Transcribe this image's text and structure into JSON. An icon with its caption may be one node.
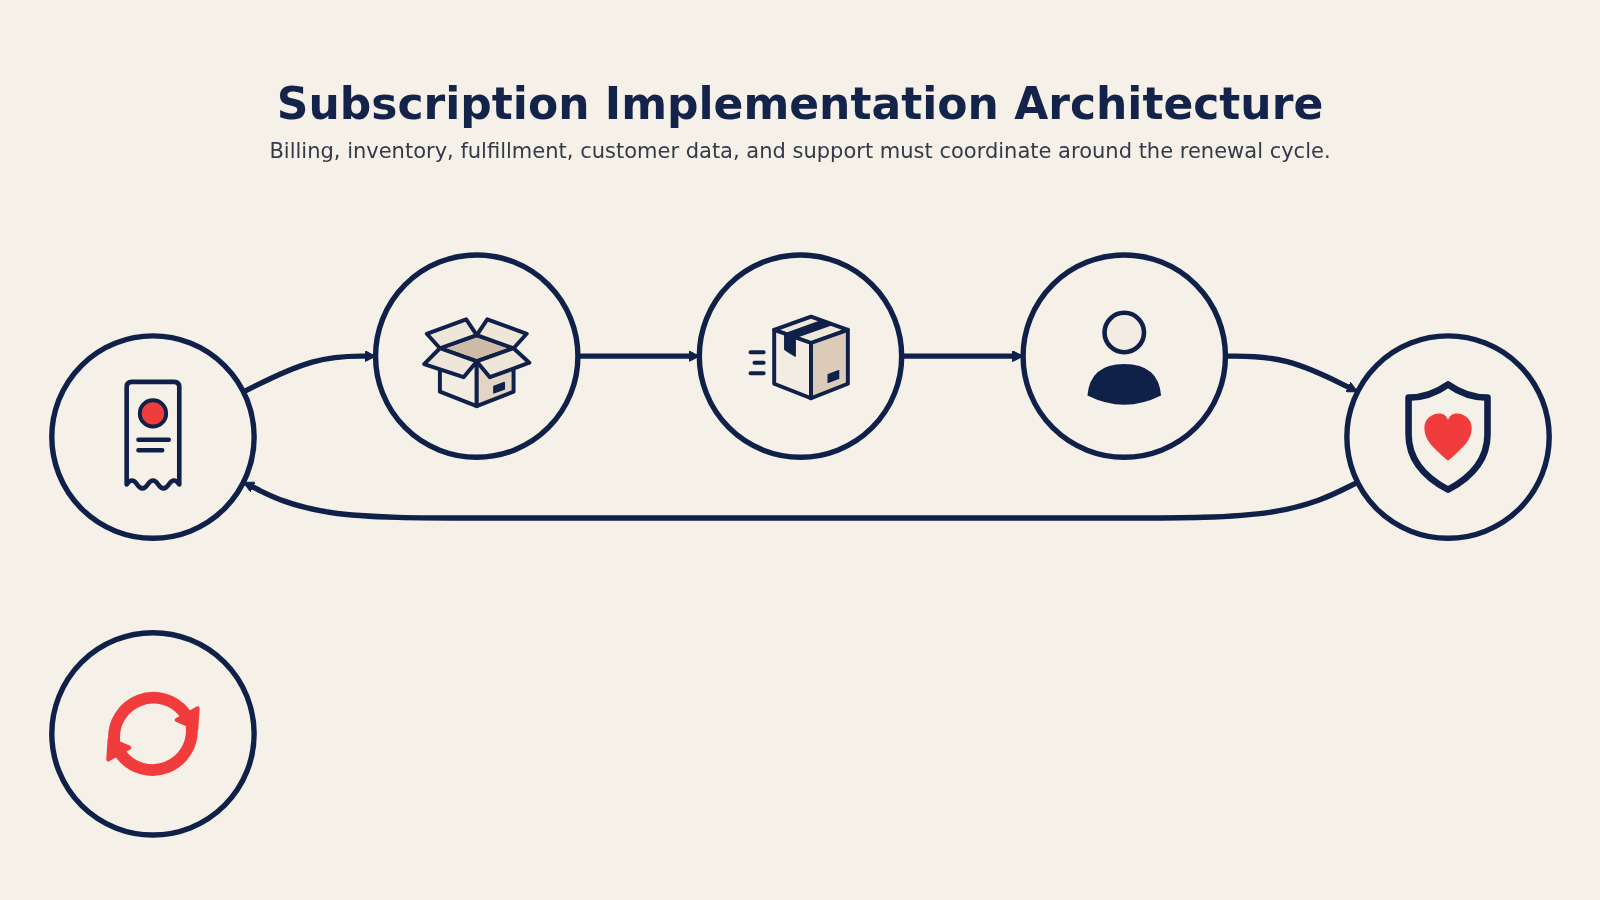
{
  "diagram": {
    "title": "Subscription Implementation Architecture",
    "caption": "Billing, inventory, fulfillment, customer data, and support must coordinate around the renewal cycle.",
    "nodes": [
      {
        "text": [],
        "shape": "circle"
      },
      {
        "text": [],
        "shape": "circle"
      },
      {
        "text": [],
        "shape": "circle"
      },
      {
        "text": [],
        "shape": "circle"
      },
      {
        "text": [],
        "shape": "circle"
      },
      {
        "text": [],
        "shape": "circle"
      }
    ],
    "edges": [
      {
        "from": 0,
        "to": 1,
        "arrow": "to"
      },
      {
        "from": 1,
        "to": 2,
        "arrow": "to"
      },
      {
        "from": 2,
        "to": 3,
        "arrow": "to"
      },
      {
        "from": 3,
        "to": 4,
        "arrow": "to"
      },
      {
        "from": 4,
        "to": 0,
        "arrow": "to"
      }
    ]
  }
}
